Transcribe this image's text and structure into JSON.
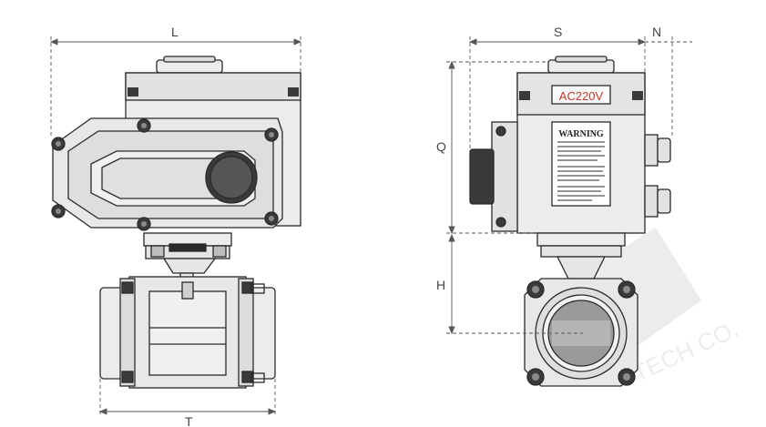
{
  "dimensions": {
    "L": "L",
    "T": "T",
    "S": "S",
    "N": "N",
    "Q": "Q",
    "H": "H"
  },
  "actuator": {
    "voltage_label": "AC220V",
    "warning_title": "WARNING"
  },
  "watermark": {
    "text": "TECH CO."
  },
  "colors": {
    "line": "#2a2a2a",
    "body_fill": "#ececec",
    "dark": "#3a3a3a",
    "dim_line": "#555555",
    "voltage_text": "#c0392b"
  }
}
